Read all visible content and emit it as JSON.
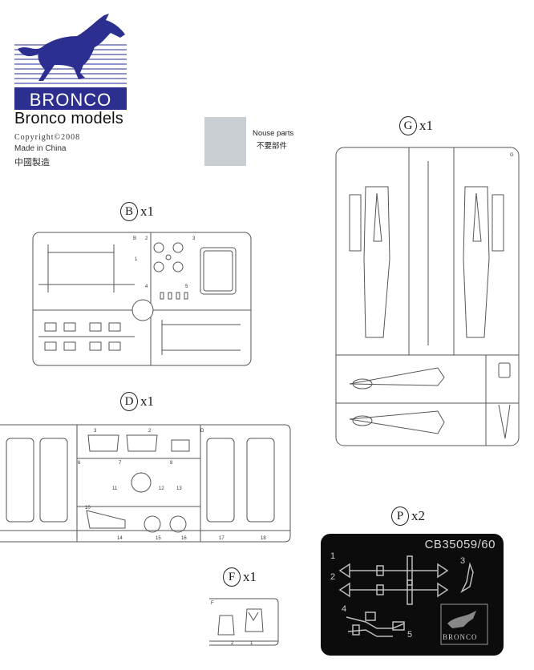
{
  "brand": {
    "logo_text": "BRONCO",
    "name": "Bronco models",
    "copyright": "Copyright©2008",
    "made_in": "Made in China",
    "made_in_cn": "中國製造"
  },
  "nouse": {
    "label": "Nouse parts",
    "label_cn": "不要部件"
  },
  "sprues": {
    "B": {
      "letter": "B",
      "qty": "x1"
    },
    "D": {
      "letter": "D",
      "qty": "x1"
    },
    "F": {
      "letter": "F",
      "qty": "x1"
    },
    "G": {
      "letter": "G",
      "qty": "x1"
    },
    "P": {
      "letter": "P",
      "qty": "x2"
    }
  },
  "photoetch": {
    "code": "CB35059/60",
    "numbers": [
      "1",
      "2",
      "3",
      "4",
      "5"
    ],
    "logo": "BRONCO"
  },
  "colors": {
    "logo_blue": "#2c2f8f",
    "sprue_line": "#555555",
    "photoetch_bg": "#0c0c0c",
    "nouse_gray": "#c9ced2"
  }
}
